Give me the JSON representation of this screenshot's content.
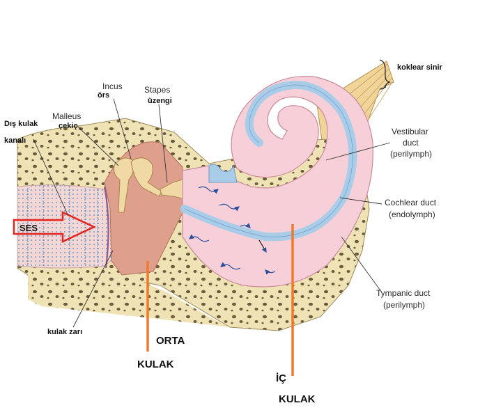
{
  "labels": {
    "koklear_sinir": "koklear sinir",
    "incus": "Incus",
    "ors": "örs",
    "stapes": "Stapes",
    "uzengi": "üzengi",
    "malleus": "Malleus",
    "cekic": "çekiç",
    "dis_kulak": "Dış kulak",
    "kanali": "kanalı",
    "vestibular_1": "Vestibular",
    "vestibular_2": "duct",
    "vestibular_3": "(perilymph)",
    "cochlear_1": "Cochlear duct",
    "cochlear_2": "(endolymph)",
    "tympanic_1": "Tympanic duct",
    "tympanic_2": "(perilymph)",
    "ses": "SES",
    "kulak_zari": "kulak zarı",
    "orta": "ORTA",
    "orta_kulak": "KULAK",
    "ic": "İÇ",
    "ic_kulak": "KULAK"
  },
  "colors": {
    "bone": "#efe3b6",
    "bone_hole": "#6b5a3c",
    "ear_canal": "#f3d7d5",
    "middle_ear": "#dea08c",
    "ossicle": "#f0d9a4",
    "cochlea_pink": "#f6cfd8",
    "cochlear_duct_blue": "#a9cde9",
    "nerve": "#f1d49a",
    "marker_orange": "#ef7a2e",
    "arrow_red": "#e5231f"
  }
}
